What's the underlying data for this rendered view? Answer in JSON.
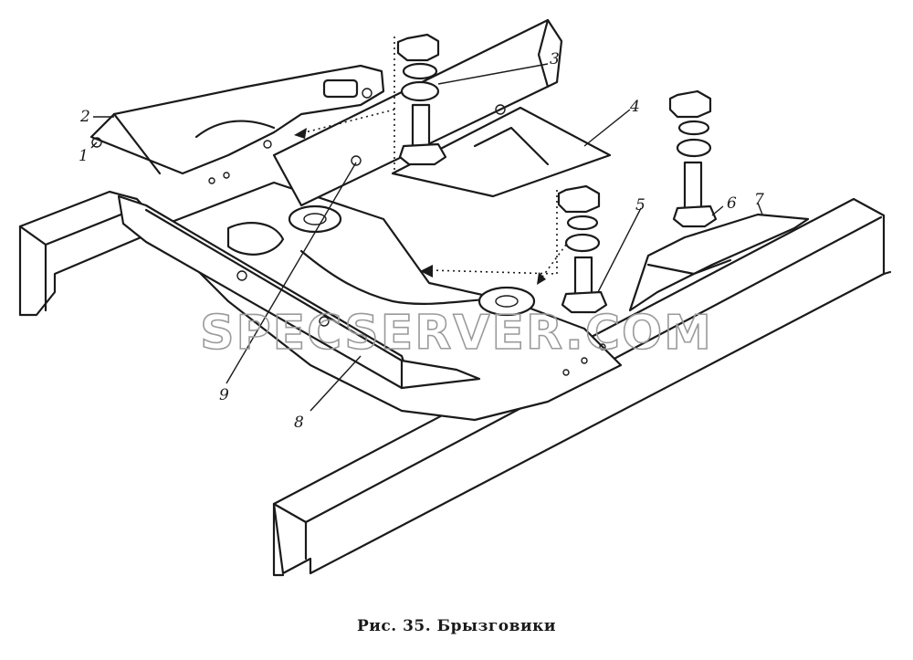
{
  "figure": {
    "caption": "Рис. 35. Брызговики",
    "watermark": "SPECSERVER.COM",
    "callouts": [
      "1",
      "2",
      "3",
      "4",
      "5",
      "6",
      "7",
      "8",
      "9"
    ],
    "colors": {
      "line": "#1a1a1a",
      "background": "#ffffff",
      "watermark": "#9a9a9a"
    }
  }
}
